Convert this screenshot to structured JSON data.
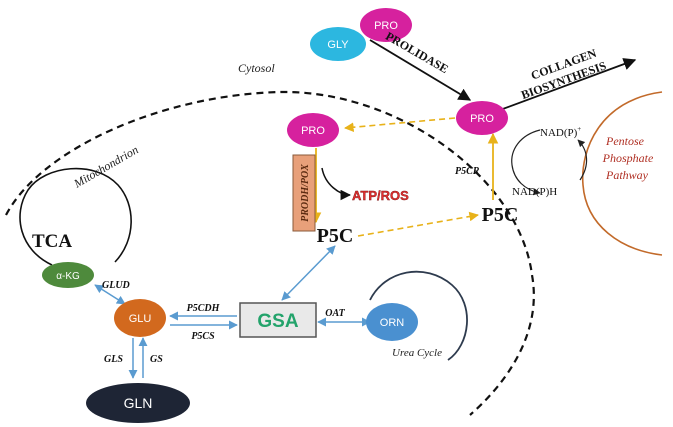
{
  "regions": {
    "cytosol": "Cytosol",
    "mitochondrion": "Mitochondrion",
    "urea_cycle": "Urea Cycle",
    "pentose_phosphate": [
      "Pentose",
      "Phosphate",
      "Pathway"
    ]
  },
  "nodes": {
    "gly": "GLY",
    "pro_dipeptide": "PRO",
    "pro_cytosol": "PRO",
    "pro_mito": "PRO",
    "p5c_cytosol": "P5C",
    "p5c_mito": "P5C",
    "tca": "TCA",
    "akg": "α-KG",
    "glu": "GLU",
    "gsa": "GSA",
    "orn": "ORN",
    "gln": "GLN",
    "nadp_plus": "NAD(P)",
    "nadp_plus_sup": "+",
    "nadph": "NAD(P)H",
    "atp_ros": "ATP/ROS"
  },
  "enzymes": {
    "prolidase": "PROLIDASE",
    "collagen": [
      "COLLAGEN",
      "BIOSYNTHESIS"
    ],
    "p5cr": "P5CR",
    "prodh": "PRODH/POX",
    "glud": "GLUD",
    "p5cdh": "P5CDH",
    "p5cs": "P5CS",
    "oat": "OAT",
    "gls": "GLS",
    "gs": "GS"
  },
  "colors": {
    "pro": "#d6219e",
    "gly": "#2cb7e0",
    "glu": "#d2691e",
    "akg": "#4e8a3c",
    "orn": "#4a90d0",
    "gln": "#1e2535",
    "gsa_text": "#23a36b",
    "arrow_blue": "#5a9bd0",
    "arrow_gold": "#e8b21a",
    "atp_ros": "#e23030",
    "pentose": "#c0392b",
    "prodh_box": "#e8a07a"
  }
}
